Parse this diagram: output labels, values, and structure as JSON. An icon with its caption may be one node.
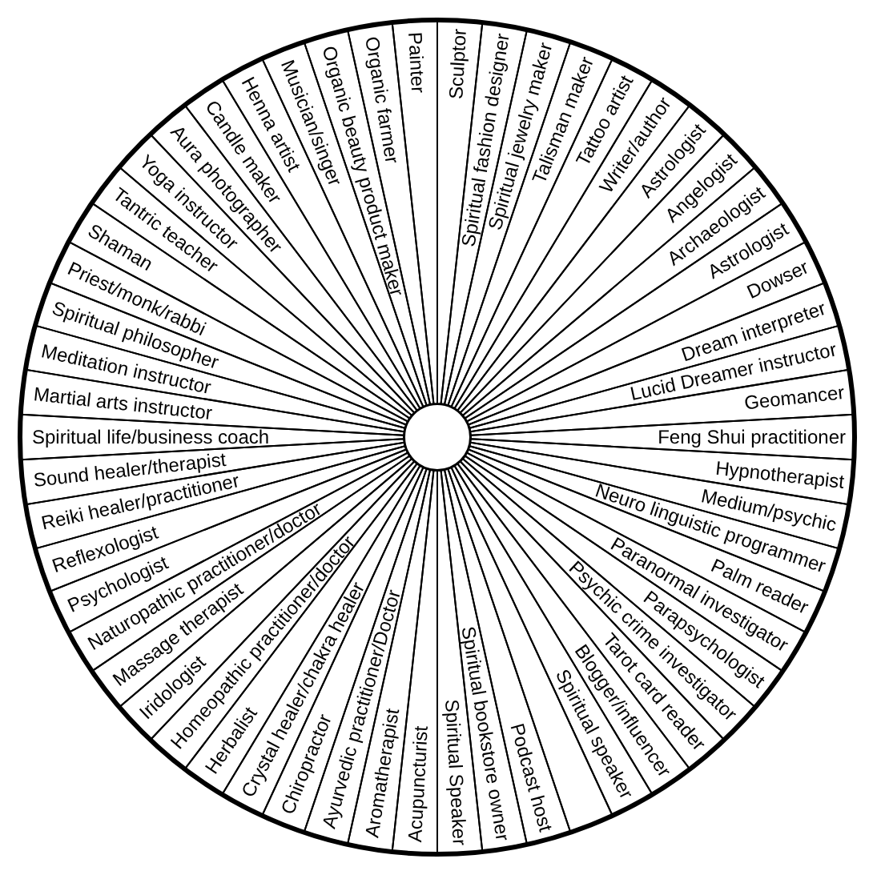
{
  "diagram": {
    "nodes": [
      {
        "text": [],
        "shape": "circle"
      },
      {
        "text": [
          "Painter"
        ],
        "in": 0
      },
      {
        "text": [
          "Sculptor"
        ],
        "in": 0
      },
      {
        "text": [
          "Spiritual fashion designer"
        ],
        "in": 0
      },
      {
        "text": [
          "Spiritual jewelry maker"
        ],
        "in": 0
      },
      {
        "text": [
          "Talisman maker"
        ],
        "in": 0
      },
      {
        "text": [
          "Tattoo artist"
        ],
        "in": 0
      },
      {
        "text": [
          "Writer/author"
        ],
        "in": 0
      },
      {
        "text": [
          "Astrologist"
        ],
        "in": 0
      },
      {
        "text": [
          "Angelogist"
        ],
        "in": 0
      },
      {
        "text": [
          "Archaeologist"
        ],
        "in": 0
      },
      {
        "text": [
          "Astrologist"
        ],
        "in": 0
      },
      {
        "text": [
          "Dowser"
        ],
        "in": 0
      },
      {
        "text": [
          "Dream interpreter"
        ],
        "in": 0
      },
      {
        "text": [
          "Lucid Dreamer instructor"
        ],
        "in": 0
      },
      {
        "text": [
          "Geomancer"
        ],
        "in": 0
      },
      {
        "text": [
          "Feng Shui practitioner"
        ],
        "in": 0
      },
      {
        "text": [
          "Hypnotherapist"
        ],
        "in": 0
      },
      {
        "text": [
          "Medium/psychic"
        ],
        "in": 0
      },
      {
        "text": [
          "Neuro linguistic programmer"
        ],
        "in": 0
      },
      {
        "text": [
          "Palm reader"
        ],
        "in": 0
      },
      {
        "text": [
          "Paranormal investigator"
        ],
        "in": 0
      },
      {
        "text": [
          "Parapsychologist"
        ],
        "in": 0
      },
      {
        "text": [
          "Psychic crime investigator"
        ],
        "in": 0
      },
      {
        "text": [
          "Tarot card reader"
        ],
        "in": 0
      },
      {
        "text": [
          "Blogger/influencer"
        ],
        "in": 0
      },
      {
        "text": [
          "Spiritual speaker"
        ],
        "in": 0
      },
      {
        "text": [],
        "shape": "wedge",
        "in": 0
      },
      {
        "text": [
          "Podcast host"
        ],
        "in": 0
      },
      {
        "text": [
          "Spiritual bookstore owner"
        ],
        "in": 0
      },
      {
        "text": [
          "Spiritual Speaker"
        ],
        "in": 0
      },
      {
        "text": [
          "Acupuncturist"
        ],
        "in": 0
      },
      {
        "text": [
          "Aromatherapist"
        ],
        "in": 0
      },
      {
        "text": [
          "Ayurvedic practitioner/Doctor"
        ],
        "in": 0
      },
      {
        "text": [
          "Chiropractor"
        ],
        "in": 0
      },
      {
        "text": [
          "Crystal healer/chakra healer"
        ],
        "in": 0
      },
      {
        "text": [
          "Herbalist"
        ],
        "in": 0
      },
      {
        "text": [
          "Homeopathic practitioner/doctor"
        ],
        "in": 0
      },
      {
        "text": [
          "Iridologist"
        ],
        "in": 0
      },
      {
        "text": [
          "Massage therapist"
        ],
        "in": 0
      },
      {
        "text": [
          "Naturopathic practitioner/doctor"
        ],
        "in": 0
      },
      {
        "text": [
          "Psychologist"
        ],
        "in": 0
      },
      {
        "text": [
          "Reflexologist"
        ],
        "in": 0
      },
      {
        "text": [
          "Reiki healer/practitioner"
        ],
        "in": 0
      },
      {
        "text": [
          "Sound healer/therapist"
        ],
        "in": 0
      },
      {
        "text": [
          "Spiritual life/business coach"
        ],
        "in": 0
      },
      {
        "text": [
          "Martial arts instructor"
        ],
        "in": 0
      },
      {
        "text": [
          "Meditation instructor"
        ],
        "in": 0
      },
      {
        "text": [
          "Spiritual philosopher"
        ],
        "in": 0
      },
      {
        "text": [
          "Priest/monk/rabbi"
        ],
        "in": 0
      },
      {
        "text": [
          "Shaman"
        ],
        "in": 0
      },
      {
        "text": [
          "Tantric teacher"
        ],
        "in": 0
      },
      {
        "text": [
          "Yoga instructor"
        ],
        "in": 0
      },
      {
        "text": [
          "Aura photographer"
        ],
        "in": 0
      },
      {
        "text": [
          "Candle maker"
        ],
        "in": 0
      },
      {
        "text": [
          "Henna artist"
        ],
        "in": 0
      },
      {
        "text": [
          "Musician/singer"
        ],
        "in": 0
      },
      {
        "text": [
          "Organic beauty product maker"
        ],
        "in": 0
      },
      {
        "text": [
          "Organic farmer"
        ],
        "in": 0
      }
    ]
  }
}
